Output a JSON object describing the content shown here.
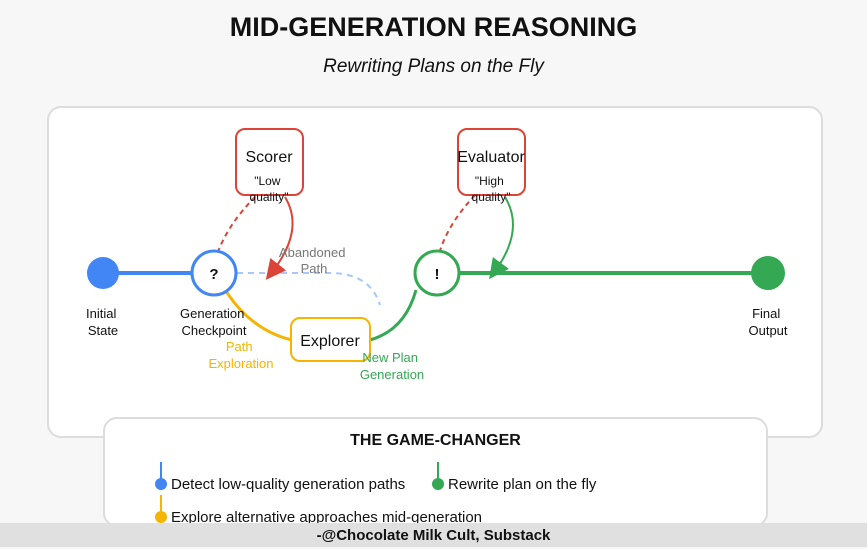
{
  "header": {
    "title": "MID-GENERATION REASONING",
    "subtitle": "Rewriting Plans on the Fly"
  },
  "diagram": {
    "nodes": {
      "initial": [
        "Initial",
        "State"
      ],
      "checkpoint": [
        "Generation",
        "Checkpoint"
      ],
      "final": [
        "Final",
        "Output"
      ],
      "checkpoint_symbol": "?",
      "rewrite_symbol": "!"
    },
    "boxes": {
      "scorer": {
        "title": "Scorer",
        "quote": [
          "\"Low",
          "quality\""
        ]
      },
      "evaluator": {
        "title": "Evaluator",
        "quote": [
          "\"High",
          "quality\""
        ]
      },
      "explorer": {
        "title": "Explorer"
      }
    },
    "flow_labels": {
      "abandoned": [
        "Abandoned",
        "Path"
      ],
      "exploration": [
        "Path",
        "Exploration"
      ],
      "new_plan": [
        "New Plan",
        "Generation"
      ]
    },
    "colors": {
      "blue": "#4285f4",
      "red": "#db4437",
      "yellow": "#f4b400",
      "green": "#34a853",
      "light_blue": "#a8c7fa",
      "gray_text": "#777777"
    }
  },
  "legend": {
    "title": "THE GAME-CHANGER",
    "items": [
      {
        "text": "Detect low-quality generation paths",
        "color": "#4285f4"
      },
      {
        "text": "Rewrite plan on the fly",
        "color": "#34a853"
      },
      {
        "text": "Explore alternative approaches mid-generation",
        "color": "#f4b400"
      }
    ]
  },
  "footer": {
    "credit": "-@Chocolate Milk Cult, Substack"
  }
}
